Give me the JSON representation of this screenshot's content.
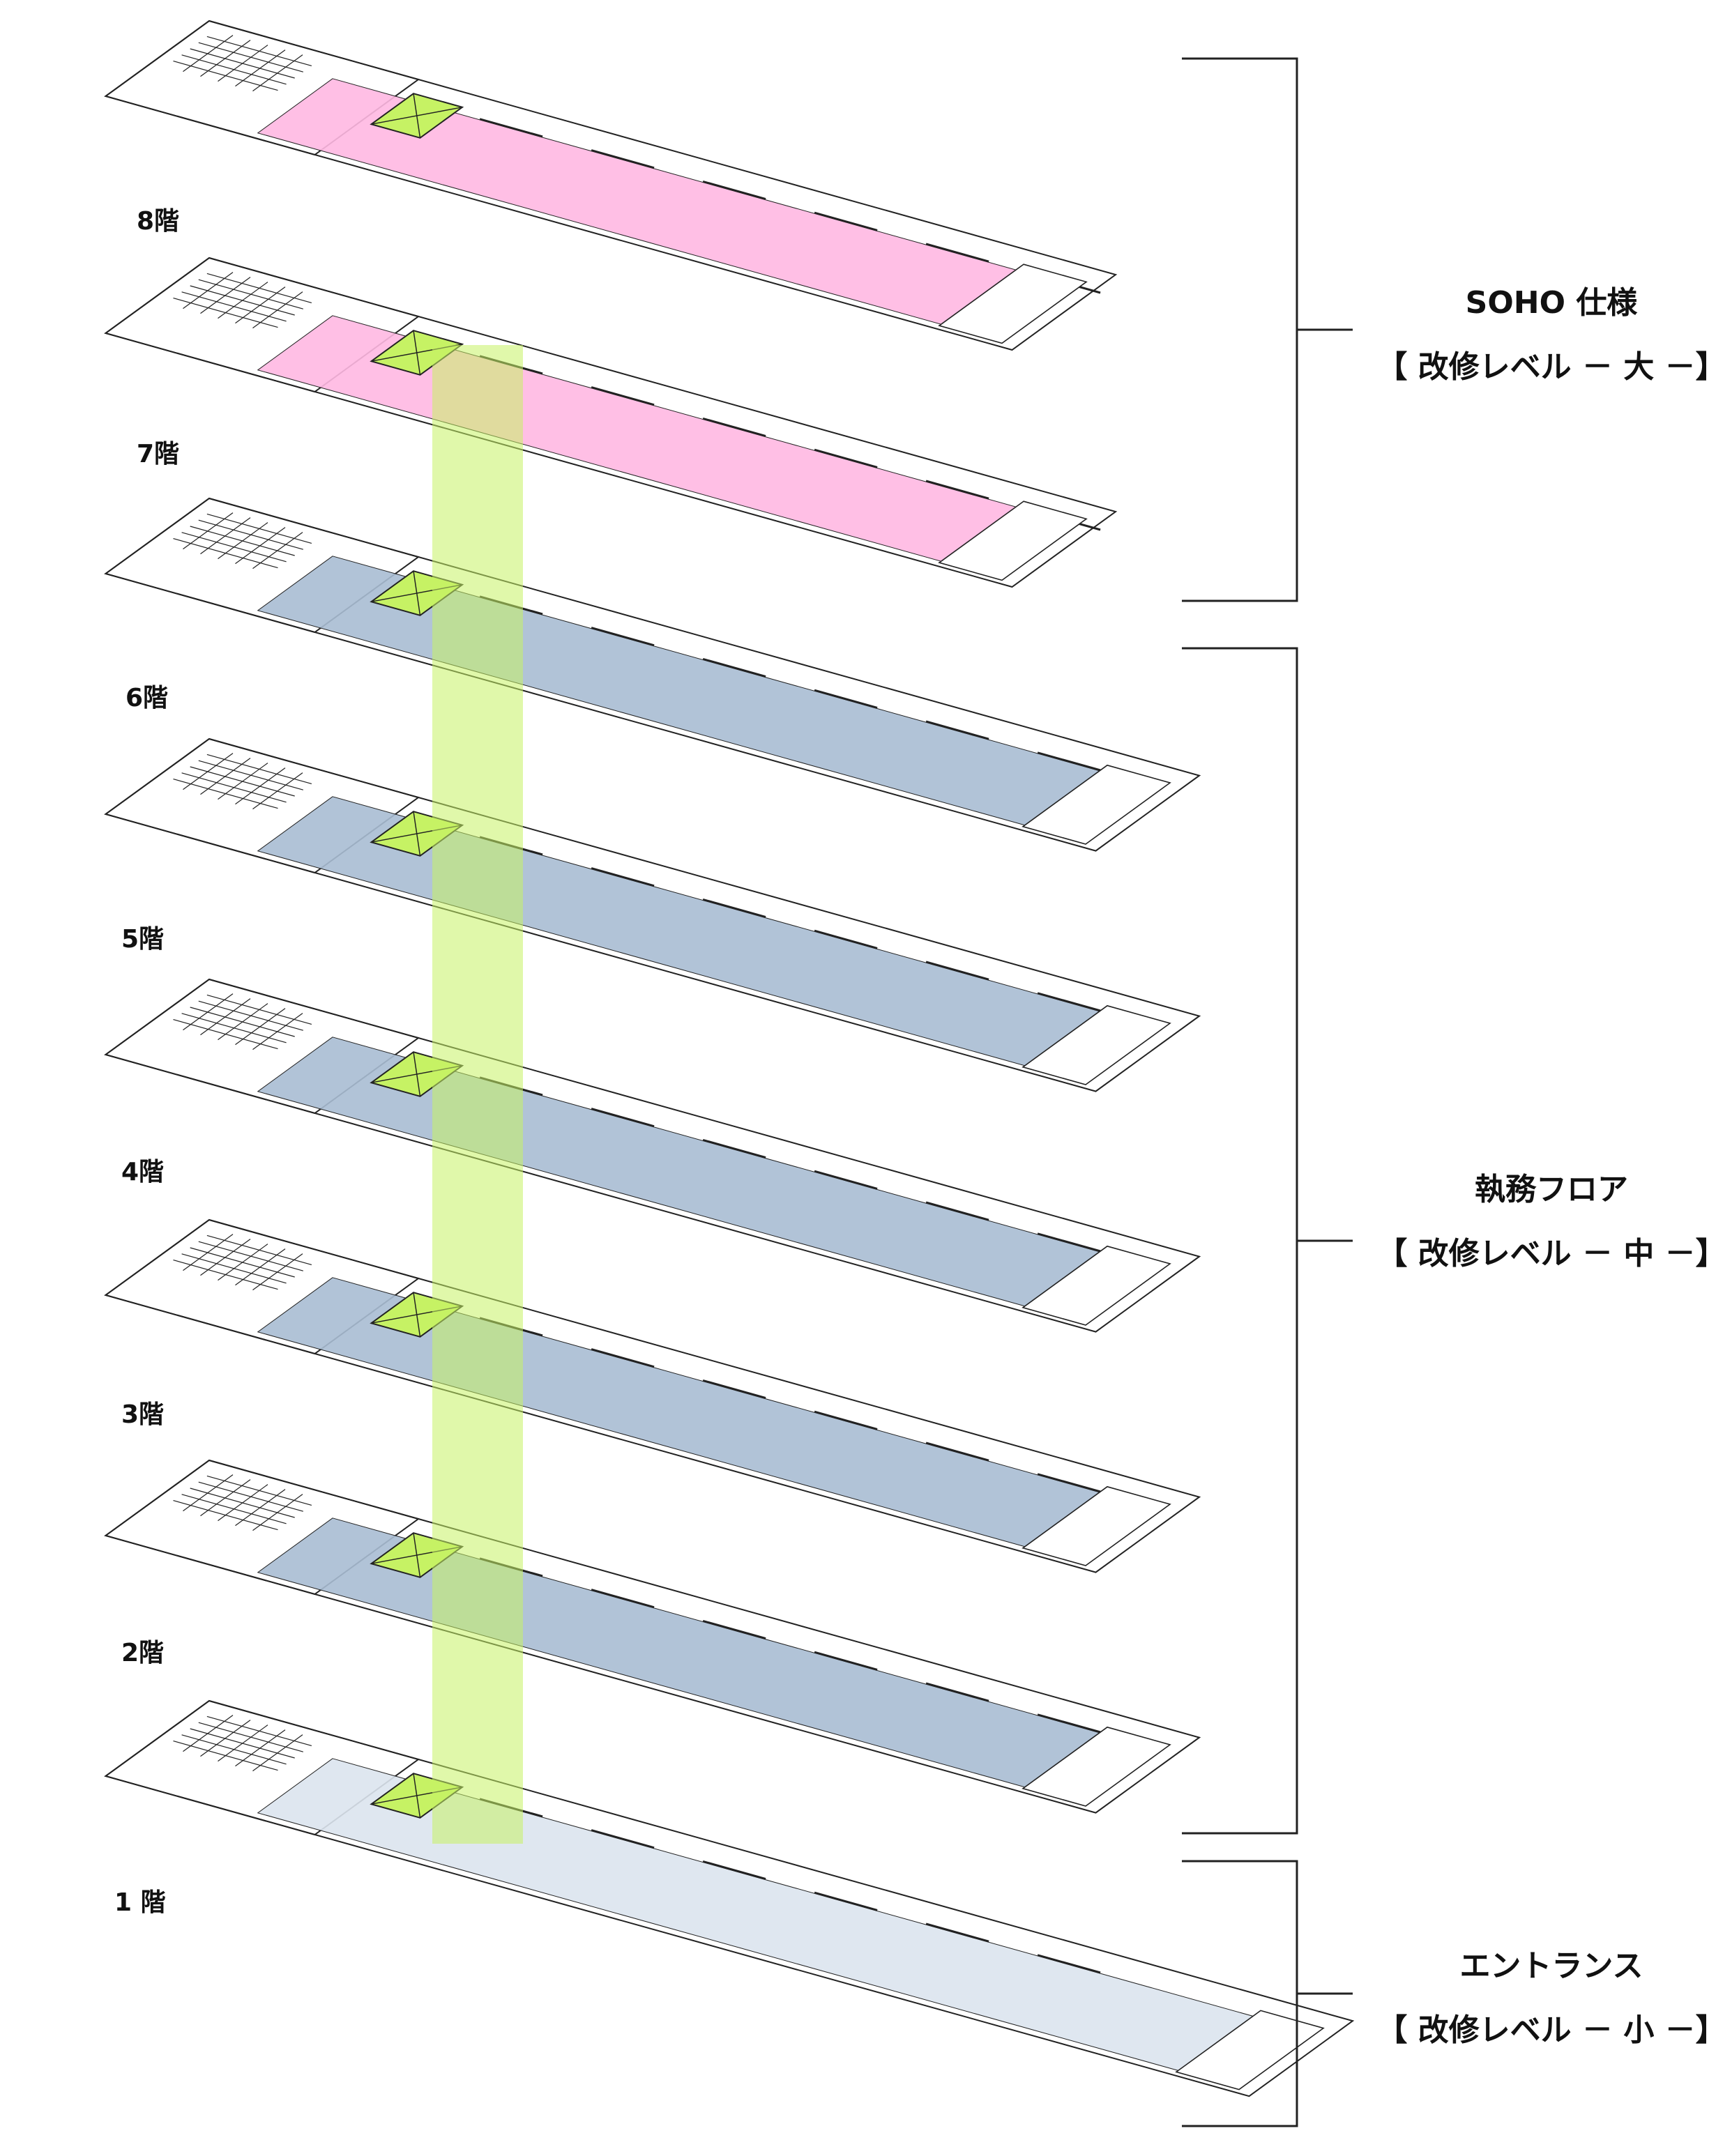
{
  "floors": [
    {
      "label": "8階",
      "zone": "soho"
    },
    {
      "label": "7階",
      "zone": "soho"
    },
    {
      "label": "6階",
      "zone": "office"
    },
    {
      "label": "5階",
      "zone": "office"
    },
    {
      "label": "4階",
      "zone": "office"
    },
    {
      "label": "3階",
      "zone": "office"
    },
    {
      "label": "2階",
      "zone": "office"
    },
    {
      "label": "1 階",
      "zone": "entrance"
    }
  ],
  "groups": [
    {
      "id": "soho",
      "title": "SOHO 仕様",
      "level": "【 改修レベル － 大 －】"
    },
    {
      "id": "office",
      "title": "執務フロア",
      "level": "【 改修レベル － 中 －】"
    },
    {
      "id": "entrance",
      "title": "エントランス",
      "level": "【 改修レベル － 小 －】"
    }
  ],
  "colors": {
    "soho": "#ffb8e2",
    "office": "#a9bcd3",
    "entrance": "#dce4ee",
    "elevator_shaft": "#c6f264",
    "shaft_overlap_soho": "#e6b39d",
    "shaft_overlap_office": "#98c294",
    "line": "#222222"
  }
}
